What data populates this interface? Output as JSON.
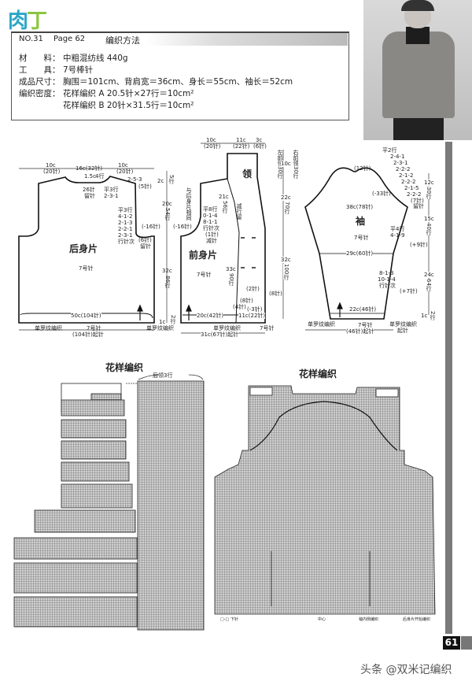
{
  "logo": {
    "part1": "肉",
    "part2": "丁"
  },
  "header": {
    "number": "NO.31",
    "page": "Page 62",
    "title": "编织方法"
  },
  "specs": [
    {
      "key": "材　　料：",
      "value": "中粗混纺线 440g"
    },
    {
      "key": "工　　具：",
      "value": "7号棒针"
    },
    {
      "key": "成品尺寸：",
      "value": "胸围＝101cm、背肩宽＝36cm、身长＝55cm、袖长＝52cm"
    },
    {
      "key": "编织密度：",
      "value": "花样编织 A  20.5针×27行＝10cm²"
    },
    {
      "key": "",
      "value": "花样编织 B  20针×31.5行＝10cm²"
    }
  ],
  "back_piece": {
    "title": "后身片",
    "needle": "7号针",
    "top_left": "10c",
    "top_left_st": "(20针)",
    "top_mid": "16c(32针)",
    "top_right": "10c",
    "top_right_st": "(20针)",
    "neck_depth": "1.5c",
    "neck_rows": "4行",
    "neck_center": "26针",
    "neck_bind": "留针",
    "neck_dec1": "平3行",
    "neck_dec2": "2-3-1",
    "shoulder_dec": "2-5-3",
    "shoulder_st": "(5针)",
    "arm_dec": [
      "平3行",
      "4-1-2",
      "2-1-3",
      "2-2-1",
      "2-3-1",
      "行针次"
    ],
    "arm_total": "(-16针)",
    "arm_bind": "(6针)",
    "arm_bind2": "留针",
    "width": "50c(104针)",
    "ribbing": "单罗纹编织",
    "needle_bottom": "7号针",
    "cast_on": "(104针)起针"
  },
  "front_piece": {
    "title": "前身片",
    "collar": "领",
    "needle": "7号针",
    "top1": "10c",
    "top1_st": "(20针)",
    "top2": "11c",
    "top2_st": "(22针)",
    "top3": "3c",
    "top3_st": "(6针)",
    "shoulder_note": "与后身片相同",
    "collar_join": "21c",
    "collar_rows": "56行",
    "arm_dec": [
      "平8行",
      "0-1-4",
      "8-1-1",
      "行针次",
      "(1针)",
      "减针"
    ],
    "arm_total": "(-16针)",
    "fold_note": "减行留",
    "front_len": "33c",
    "front_rows": "90行",
    "dec_a1": "(2针)",
    "dec_a2": "(8针)",
    "dec_a3": "(4针)",
    "dec_a4": "(-3针)",
    "dec_a5": "(8针)",
    "hem_left": "20c(42针)",
    "hem_right": "11c(22针)",
    "ribbing": "单罗纹编织",
    "cast_on": "31c(67针)起针",
    "needle_bottom": "7号针"
  },
  "side_dims": {
    "left": [
      {
        "val": "2c",
        "rows": "5行"
      },
      {
        "val": "20c",
        "rows": "54行"
      },
      {
        "val": "32c",
        "rows": "86行"
      },
      {
        "val": "1c",
        "rows": "2行"
      }
    ],
    "collar_left": "左前领30行",
    "collar_right": "右前领30行",
    "collar_len": "10c",
    "collar_mid": "22c",
    "collar_mid_rows": "70行",
    "body_right": "32c",
    "body_right_rows": "100行"
  },
  "sleeve": {
    "title": "袖",
    "needle": "7号针",
    "cap_top": "(12针)",
    "cap_dec": "(-33针)",
    "cap_steps": [
      "平2行",
      "2-4-1",
      "2-3-1",
      "2-2-2",
      "2-1-2",
      "2-2-2",
      "2-1-5",
      "2-2-2",
      "(7针)",
      "留针"
    ],
    "upper_width": "38c(78针)",
    "mid_width": "29c(60针)",
    "inc1": [
      "平4行",
      "4-1-9"
    ],
    "inc1_total": "(+9针)",
    "inc2": [
      "8-1-3",
      "10-1-4",
      "行针次"
    ],
    "inc2_total": "(+7针)",
    "cuff_width": "22c(46针)",
    "ribbing": "单罗纹编织",
    "needle_bottom": "7号针",
    "cast_on": "(46针)起针",
    "cast_on2": "起针",
    "dims": [
      {
        "val": "12c",
        "rows": "30行"
      },
      {
        "val": "15c",
        "rows": "40行"
      },
      {
        "val": "24c",
        "rows": "64行"
      },
      {
        "val": "1c",
        "rows": "2行"
      }
    ]
  },
  "chart_left": {
    "title": "花样编织",
    "note": "后领3行"
  },
  "chart_right": {
    "title": "花样编织",
    "labels": [
      "□-□ 下针",
      "中心",
      "袖内侧编织",
      "后身片开始编织"
    ]
  },
  "footer": {
    "page_number": "61",
    "watermark": "头条 @双米记编织"
  }
}
